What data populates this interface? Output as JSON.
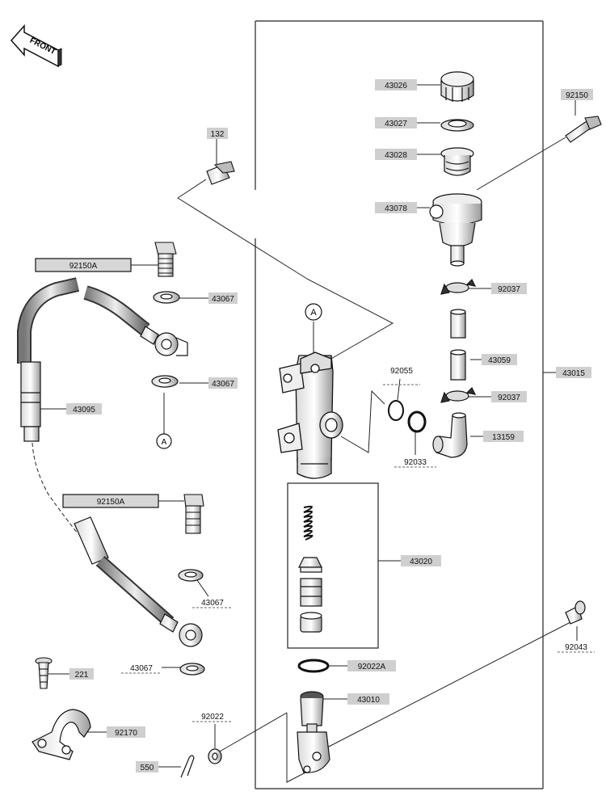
{
  "front_badge": "FRONT",
  "callout_marker": "A",
  "parts": [
    {
      "id": "p43026",
      "label": "43026"
    },
    {
      "id": "p43027",
      "label": "43027"
    },
    {
      "id": "p43028",
      "label": "43028"
    },
    {
      "id": "p43078",
      "label": "43078"
    },
    {
      "id": "p92150",
      "label": "92150"
    },
    {
      "id": "p132",
      "label": "132"
    },
    {
      "id": "p92150A_1",
      "label": "92150A"
    },
    {
      "id": "p43067_1",
      "label": "43067"
    },
    {
      "id": "p43067_2",
      "label": "43067"
    },
    {
      "id": "p43095",
      "label": "43095"
    },
    {
      "id": "p92037_1",
      "label": "92037"
    },
    {
      "id": "p43059",
      "label": "43059"
    },
    {
      "id": "p92037_2",
      "label": "92037"
    },
    {
      "id": "p43015",
      "label": "43015"
    },
    {
      "id": "p92055",
      "label": "92055"
    },
    {
      "id": "p92033",
      "label": "92033"
    },
    {
      "id": "p13159",
      "label": "13159"
    },
    {
      "id": "p92150A_2",
      "label": "92150A"
    },
    {
      "id": "p43020",
      "label": "43020"
    },
    {
      "id": "p43067_3",
      "label": "43067"
    },
    {
      "id": "p43067_4",
      "label": "43067"
    },
    {
      "id": "p92043",
      "label": "92043"
    },
    {
      "id": "p92022A",
      "label": "92022A"
    },
    {
      "id": "p221",
      "label": "221"
    },
    {
      "id": "p43010",
      "label": "43010"
    },
    {
      "id": "p92170",
      "label": "92170"
    },
    {
      "id": "p92022",
      "label": "92022"
    },
    {
      "id": "p550",
      "label": "550"
    }
  ]
}
